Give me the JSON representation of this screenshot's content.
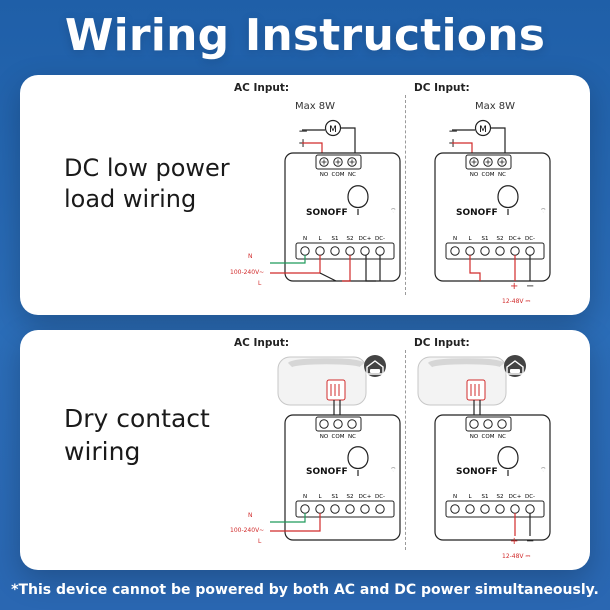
{
  "header": {
    "title": "Wiring Instructions"
  },
  "panels": [
    {
      "label_line1": "DC low power",
      "label_line2": "load wiring",
      "diagrams": [
        {
          "input_title": "AC Input:",
          "max_label": "Max 8W",
          "motor_glyph": "M",
          "relay_terminals": [
            "NO",
            "COM",
            "NC"
          ],
          "brand": "SONOFF",
          "bottom_terminals": [
            "N",
            "L",
            "S1",
            "S2",
            "DC+",
            "DC-"
          ],
          "input_label": "100-240V~",
          "n_label": "N",
          "l_label": "L"
        },
        {
          "input_title": "DC Input:",
          "max_label": "Max 8W",
          "motor_glyph": "M",
          "relay_terminals": [
            "NO",
            "COM",
            "NC"
          ],
          "brand": "SONOFF",
          "bottom_terminals": [
            "N",
            "L",
            "S1",
            "S2",
            "DC+",
            "DC-"
          ],
          "plus": "+",
          "minus": "−",
          "dc_label": "12-48V ⎓"
        }
      ]
    },
    {
      "label_line1": "Dry contact",
      "label_line2": "wiring",
      "diagrams": [
        {
          "input_title": "AC Input:",
          "relay_terminals": [
            "NO",
            "COM",
            "NC"
          ],
          "brand": "SONOFF",
          "bottom_terminals": [
            "N",
            "L",
            "S1",
            "S2",
            "DC+",
            "DC-"
          ],
          "input_label": "100-240V~",
          "n_label": "N",
          "l_label": "L",
          "icon": "garage-car-icon"
        },
        {
          "input_title": "DC Input:",
          "relay_terminals": [
            "NO",
            "COM",
            "NC"
          ],
          "brand": "SONOFF",
          "bottom_terminals": [
            "N",
            "L",
            "S1",
            "S2",
            "DC+",
            "DC-"
          ],
          "plus": "+",
          "minus": "−",
          "dc_label": "12-48V ⎓",
          "icon": "garage-car-icon"
        }
      ]
    }
  ],
  "footer": {
    "note": "*This device cannot be powered by both AC and DC power simultaneously."
  },
  "colors": {
    "background": "#2b6db8",
    "panel": "#ffffff",
    "wire_red": "#d12b2b",
    "wire_black": "#222222",
    "terminal_green": "#1f9a5b"
  }
}
